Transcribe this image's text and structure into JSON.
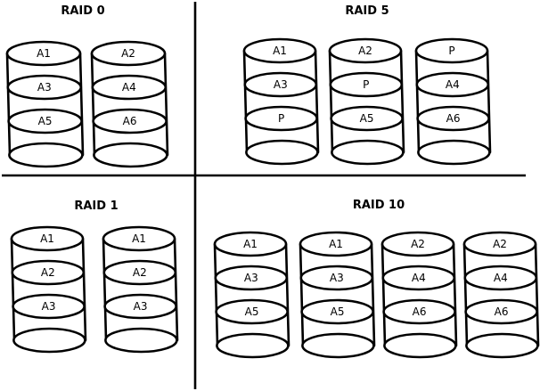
{
  "panels": [
    {
      "title": "RAID 0",
      "disks": [
        {
          "rings": [
            "A1",
            "A3",
            "A5",
            ""
          ]
        },
        {
          "rings": [
            "A2",
            "A4",
            "A6",
            ""
          ]
        }
      ]
    },
    {
      "title": "RAID 5",
      "disks": [
        {
          "rings": [
            "A1",
            "A3",
            "P",
            ""
          ]
        },
        {
          "rings": [
            "A2",
            "P",
            "A5",
            ""
          ]
        },
        {
          "rings": [
            "P",
            "A4",
            "A6",
            ""
          ]
        }
      ]
    },
    {
      "title": "RAID 1",
      "disks": [
        {
          "rings": [
            "A1",
            "A2",
            "A3",
            ""
          ]
        },
        {
          "rings": [
            "A1",
            "A2",
            "A3",
            ""
          ]
        }
      ]
    },
    {
      "title": "RAID 10",
      "disks": [
        {
          "rings": [
            "A1",
            "A3",
            "A5",
            ""
          ]
        },
        {
          "rings": [
            "A1",
            "A3",
            "A5",
            ""
          ]
        },
        {
          "rings": [
            "A2",
            "A4",
            "A6",
            ""
          ]
        },
        {
          "rings": [
            "A2",
            "A4",
            "A6",
            ""
          ]
        }
      ]
    }
  ]
}
